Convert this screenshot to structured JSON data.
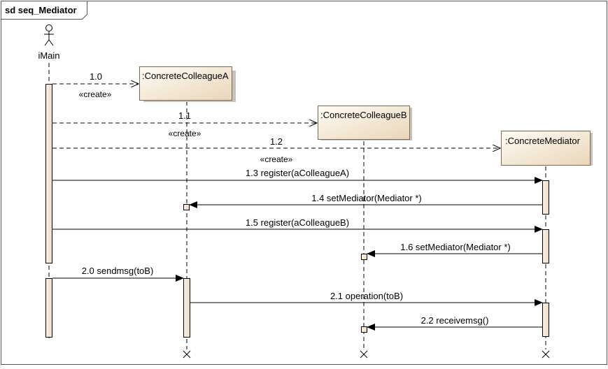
{
  "frame": {
    "label": "sd seq_Mediator"
  },
  "actor": {
    "name": "iMain"
  },
  "lifelines": {
    "colleague_a": ":ConcreteColleagueA",
    "colleague_b": ":ConcreteColleagueB",
    "mediator": ":ConcreteMediator"
  },
  "messages": [
    {
      "number": "1.0",
      "text": "",
      "stereotype": "«create»"
    },
    {
      "number": "1.1",
      "text": "",
      "stereotype": "«create»"
    },
    {
      "number": "1.2",
      "text": "",
      "stereotype": "«create»"
    },
    {
      "number": "1.3",
      "text": "1.3 register(aColleagueA)",
      "stereotype": ""
    },
    {
      "number": "1.4",
      "text": "1.4 setMediator(Mediator *)",
      "stereotype": ""
    },
    {
      "number": "1.5",
      "text": "1.5 register(aColleagueB)",
      "stereotype": ""
    },
    {
      "number": "1.6",
      "text": "1.6 setMediator(Mediator *)",
      "stereotype": ""
    },
    {
      "number": "2.0",
      "text": "2.0 sendmsg(toB)",
      "stereotype": ""
    },
    {
      "number": "2.1",
      "text": "2.1 operation(toB)",
      "stereotype": ""
    },
    {
      "number": "2.2",
      "text": "2.2 receivemsg()",
      "stereotype": ""
    }
  ],
  "colors": {
    "frame": "#555555",
    "box_fill_light": "#fdf8ee",
    "box_fill_dark": "#ead9be",
    "box_stroke": "#7a6a55",
    "activation_fill": "#f3e6d2",
    "line": "#000000"
  }
}
